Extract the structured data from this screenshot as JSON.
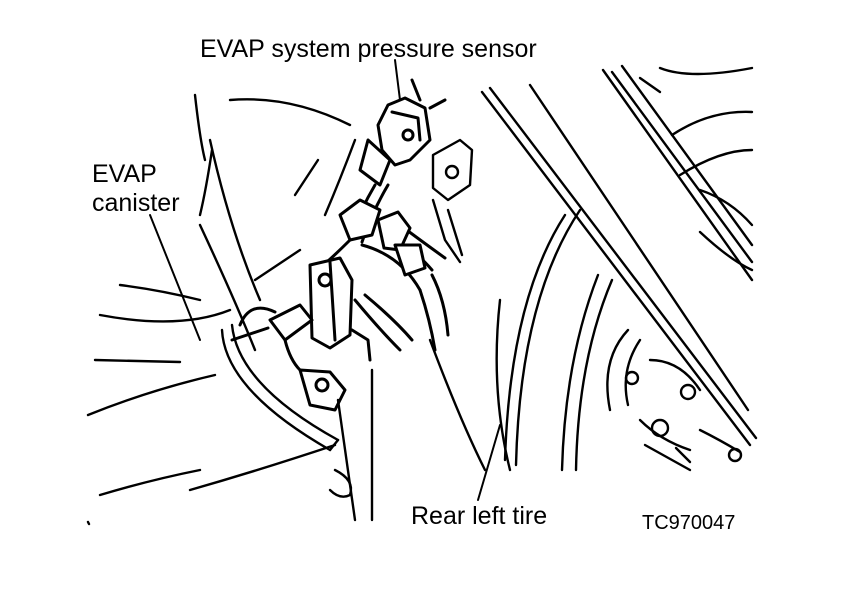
{
  "labels": {
    "pressure_sensor": "EVAP system pressure sensor",
    "canister_line1": "EVAP",
    "canister_line2": "canister",
    "rear_left_tire": "Rear left tire",
    "figure_code": "TC970047"
  },
  "colors": {
    "ink": "#000000",
    "background": "#ffffff"
  }
}
